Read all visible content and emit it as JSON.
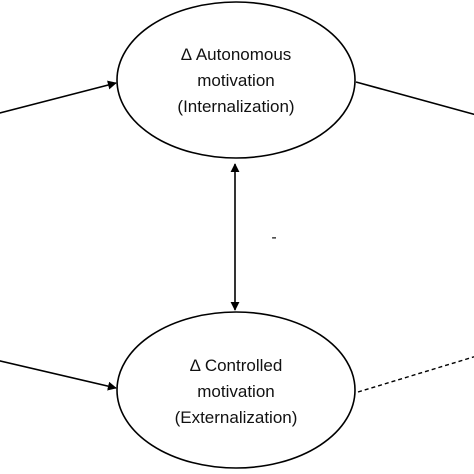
{
  "nodes": {
    "autonomous": {
      "line1": "Δ Autonomous",
      "line2": "motivation",
      "line3": "(Internalization)"
    },
    "controlled": {
      "line1": "Δ Controlled",
      "line2": "motivation",
      "line3": "(Externalization)"
    }
  },
  "edges": {
    "between_label": "-"
  },
  "colors": {
    "stroke": "#000000",
    "background": "#ffffff"
  }
}
